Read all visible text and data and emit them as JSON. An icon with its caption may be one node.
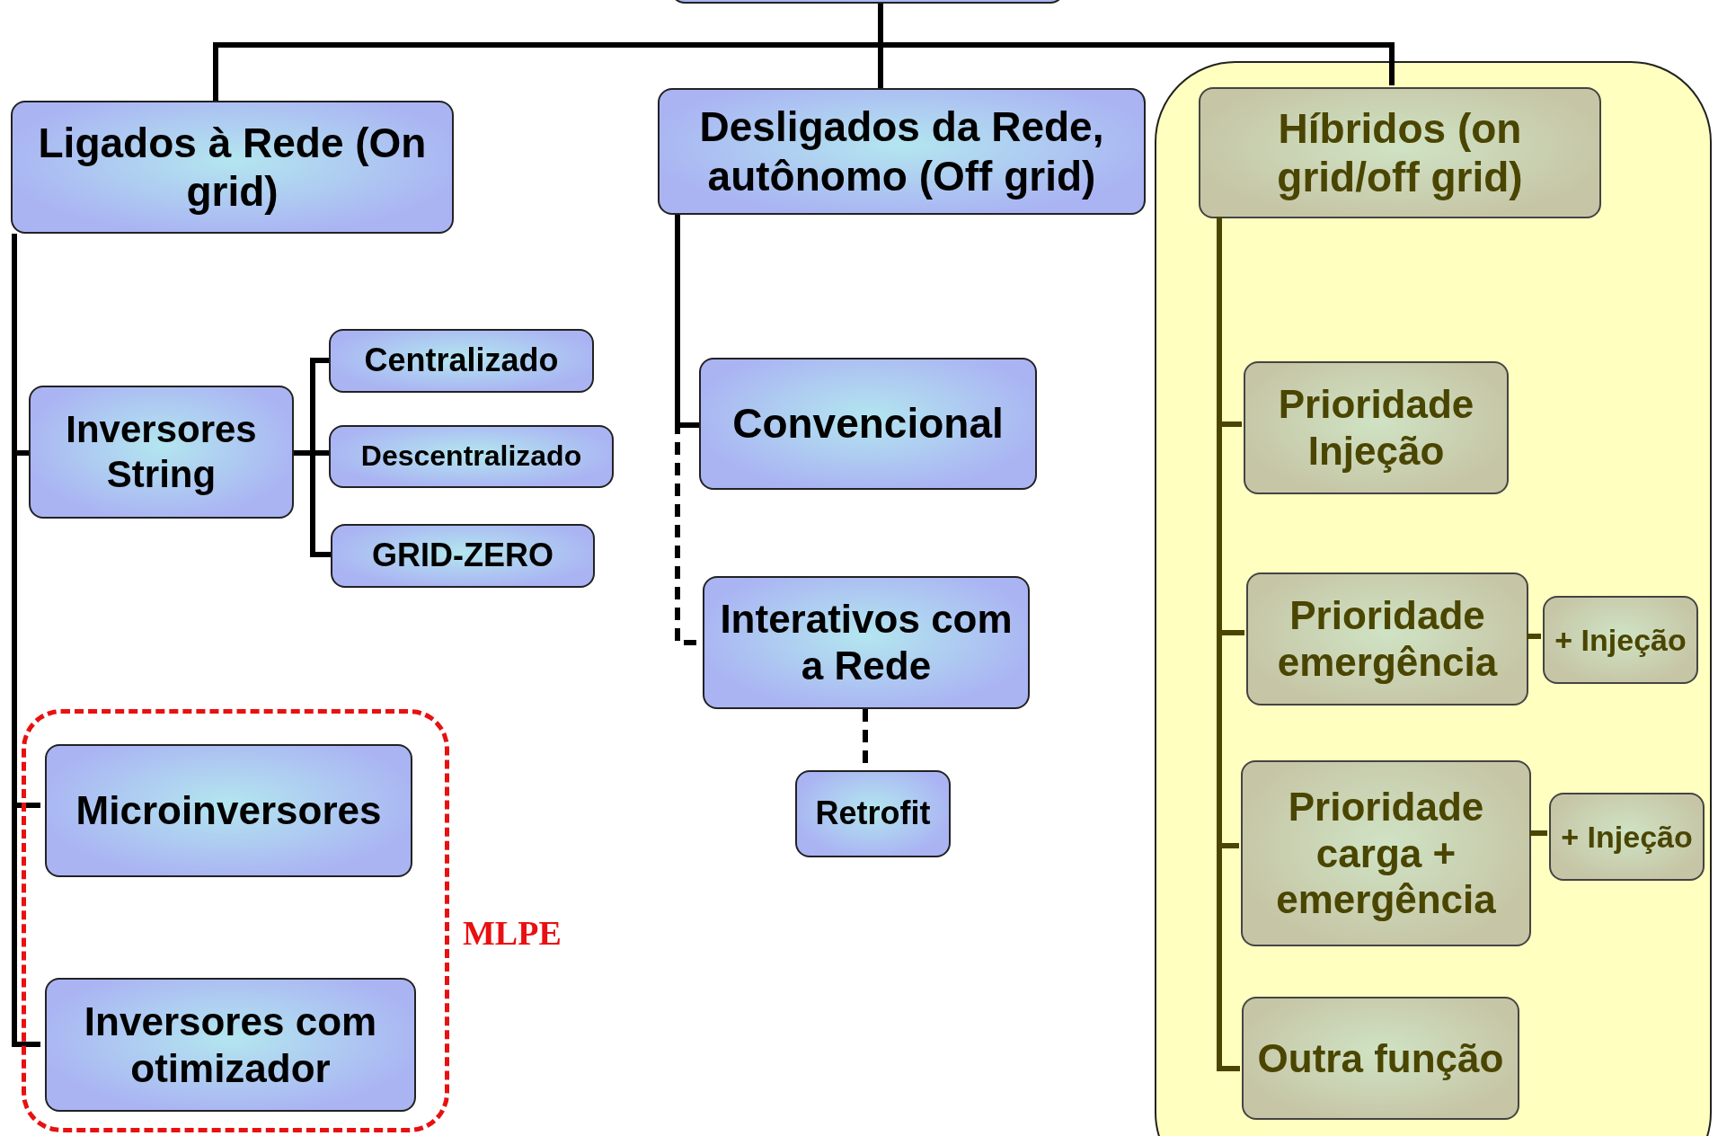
{
  "diagram": {
    "nodes": [
      {
        "text": [],
        "shape": "box"
      },
      {
        "text": [
          "Ligados à Rede (On grid)"
        ]
      },
      {
        "text": [
          "Desligados da Rede, autônomo (Off grid)"
        ]
      },
      {
        "text": [],
        "shape": "box"
      },
      {
        "text": [
          "Híbridos (on grid/off grid)"
        ],
        "in": 3
      },
      {
        "text": [
          "Inversores String"
        ]
      },
      {
        "text": [
          "Centralizado"
        ]
      },
      {
        "text": [
          "Descentralizado"
        ]
      },
      {
        "text": [
          "GRID-ZERO"
        ]
      },
      {
        "text": [],
        "shape": "box",
        "beside": [
          "MLPE"
        ]
      },
      {
        "text": [
          "Microinversores"
        ],
        "in": 9
      },
      {
        "text": [
          "Inversores com otimizador"
        ],
        "in": 9
      },
      {
        "text": [
          "Convencional"
        ]
      },
      {
        "text": [
          "Interativos com a Rede"
        ]
      },
      {
        "text": [
          "Retrofit"
        ]
      },
      {
        "text": [
          "Prioridade Injeção"
        ],
        "in": 3
      },
      {
        "text": [
          "Prioridade emergência"
        ],
        "in": 3
      },
      {
        "text": [
          "+ Injeção"
        ],
        "in": 3
      },
      {
        "text": [
          "Prioridade carga + emergência"
        ],
        "in": 3
      },
      {
        "text": [
          "+ Injeção"
        ],
        "in": 3
      },
      {
        "text": [
          "Outra função"
        ],
        "in": 3
      }
    ],
    "edges": [
      {
        "from": 0,
        "to": 1,
        "arrow": "none"
      },
      {
        "from": 0,
        "to": 2,
        "arrow": "none"
      },
      {
        "from": 0,
        "to": 4,
        "arrow": "none"
      },
      {
        "from": 1,
        "to": 5,
        "arrow": "none"
      },
      {
        "from": 1,
        "to": 10,
        "arrow": "none"
      },
      {
        "from": 1,
        "to": 11,
        "arrow": "none"
      },
      {
        "from": 5,
        "to": 6,
        "arrow": "none"
      },
      {
        "from": 5,
        "to": 7,
        "arrow": "none"
      },
      {
        "from": 5,
        "to": 8,
        "arrow": "none"
      },
      {
        "from": 2,
        "to": 12,
        "arrow": "none"
      },
      {
        "from": 2,
        "to": 13,
        "arrow": "none",
        "style": "dashed"
      },
      {
        "from": 13,
        "to": 14,
        "arrow": "none",
        "style": "dashed"
      },
      {
        "from": 4,
        "to": 15,
        "arrow": "none",
        "color": "#4a4500"
      },
      {
        "from": 4,
        "to": 16,
        "arrow": "none",
        "color": "#4a4500"
      },
      {
        "from": 4,
        "to": 18,
        "arrow": "none",
        "color": "#4a4500"
      },
      {
        "from": 4,
        "to": 20,
        "arrow": "none",
        "color": "#4a4500"
      },
      {
        "from": 16,
        "to": 17,
        "arrow": "none",
        "color": "#4a4500"
      },
      {
        "from": 18,
        "to": 19,
        "arrow": "none",
        "color": "#4a4500"
      }
    ]
  }
}
